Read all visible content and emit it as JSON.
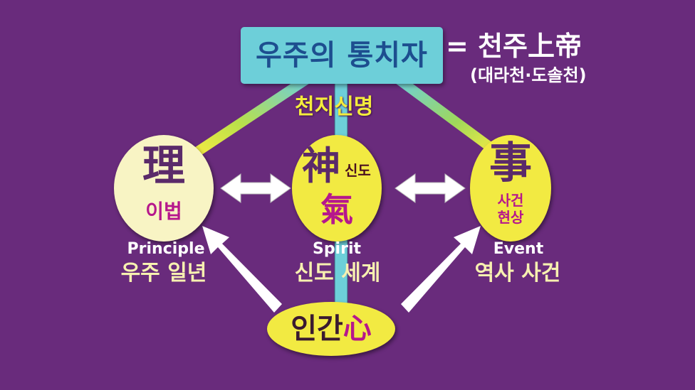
{
  "top_box": {
    "title": "우주의 통치자"
  },
  "equals_text": "= 천주上帝",
  "sub_text": "(대라천·도솔천)",
  "center_label": "천지신명",
  "nodes": {
    "left": {
      "hanja": "理",
      "korean": "이법",
      "english": "Principle",
      "caption": "우주 일년"
    },
    "center": {
      "hanja": "神",
      "hanja_note": "신도",
      "hanja2": "氣",
      "english": "Spirit",
      "caption": "신도 세계"
    },
    "right": {
      "hanja": "事",
      "korean_line1": "사건",
      "korean_line2": "현상",
      "english": "Event",
      "caption": "역사 사건"
    },
    "bottom": {
      "korean": "인간",
      "hanja": "心"
    }
  },
  "colors": {
    "background": "#692b7c",
    "box": "#6dcfd9",
    "box_text": "#1d4e8f",
    "circle_yellow": "#f2ea42",
    "circle_pale": "#f8f4c4",
    "magenta": "#b6178c"
  }
}
